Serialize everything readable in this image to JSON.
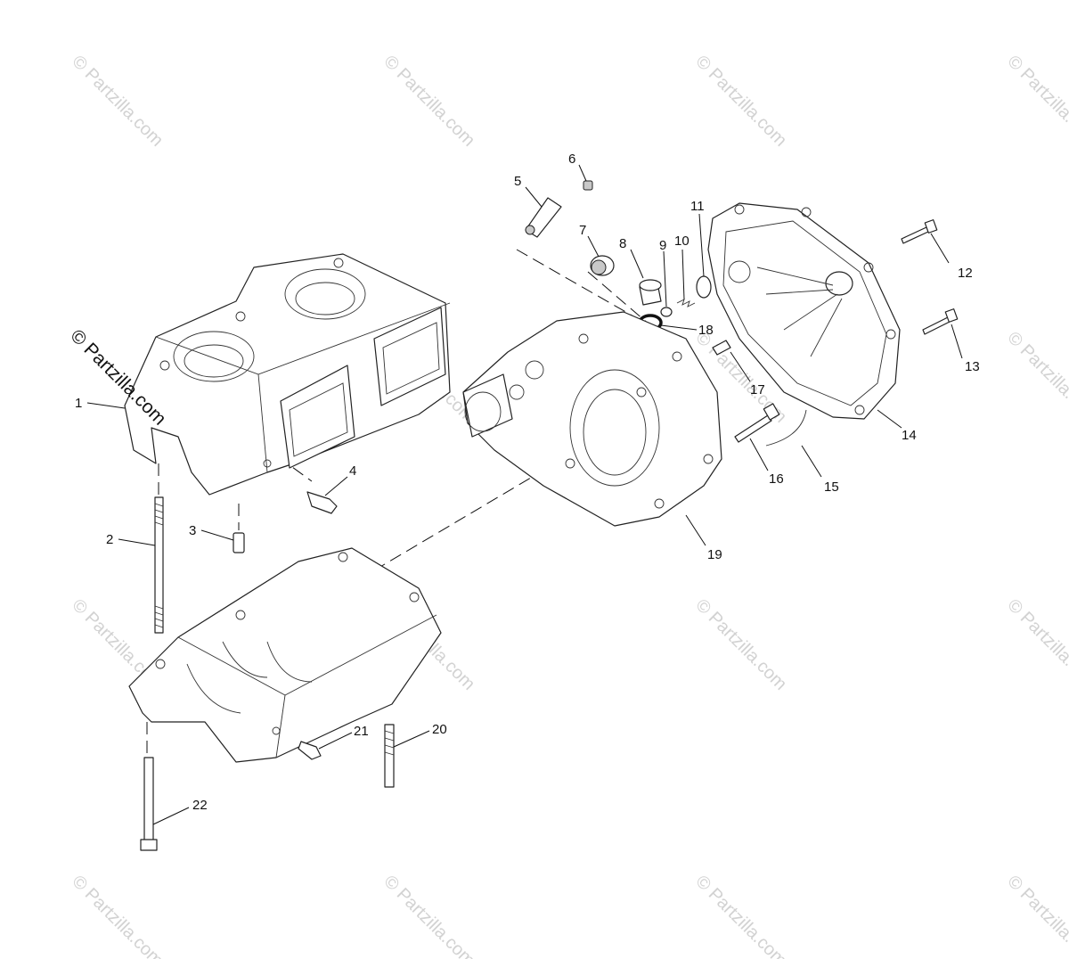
{
  "diagram": {
    "callouts": [
      "1",
      "2",
      "3",
      "4",
      "5",
      "6",
      "7",
      "8",
      "9",
      "10",
      "11",
      "12",
      "13",
      "14",
      "15",
      "16",
      "17",
      "18",
      "19",
      "20",
      "21",
      "22"
    ]
  },
  "watermark": {
    "text": "Partzilla.com",
    "symbol": "©",
    "main_text": "© Partzilla.com"
  }
}
